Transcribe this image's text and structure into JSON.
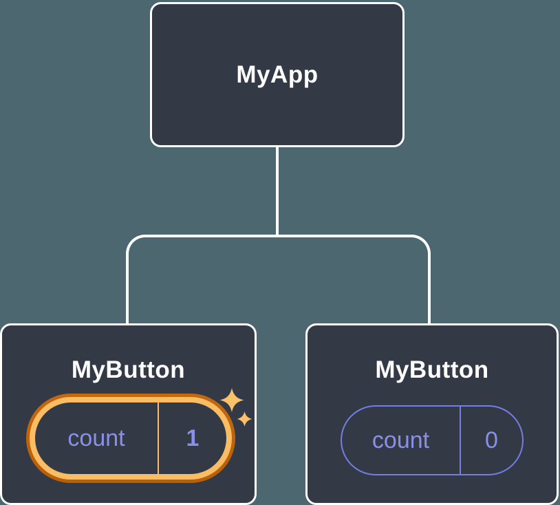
{
  "root": {
    "label": "MyApp"
  },
  "children": [
    {
      "label": "MyButton",
      "state": {
        "key": "count",
        "value": "1"
      },
      "highlighted": true
    },
    {
      "label": "MyButton",
      "state": {
        "key": "count",
        "value": "0"
      },
      "highlighted": false
    }
  ],
  "colors": {
    "background": "#4d6770",
    "node_fill": "#333a46",
    "node_border": "#ffffff",
    "connector": "#ffffff",
    "state_text": "#8a8fe8",
    "state_border": "#757ee4",
    "highlight_outer": "#c2690f",
    "highlight_inner": "#fbbd63",
    "sparkle": "#fbc16a"
  }
}
